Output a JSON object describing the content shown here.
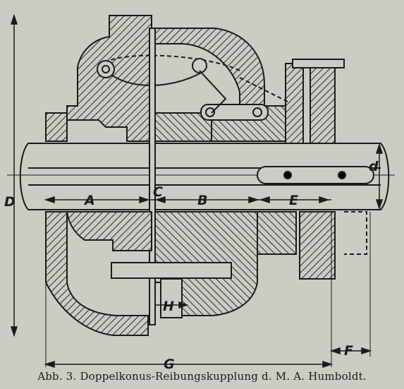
{
  "figure": {
    "caption": "Abb. 3.  Doppelkonus-Reibungskupplung d. M. A. Humboldt.",
    "labels": {
      "D": "D",
      "A": "A",
      "C": "C",
      "B": "B",
      "E": "E",
      "d": "d",
      "H": "H",
      "G": "G",
      "F": "F"
    }
  }
}
